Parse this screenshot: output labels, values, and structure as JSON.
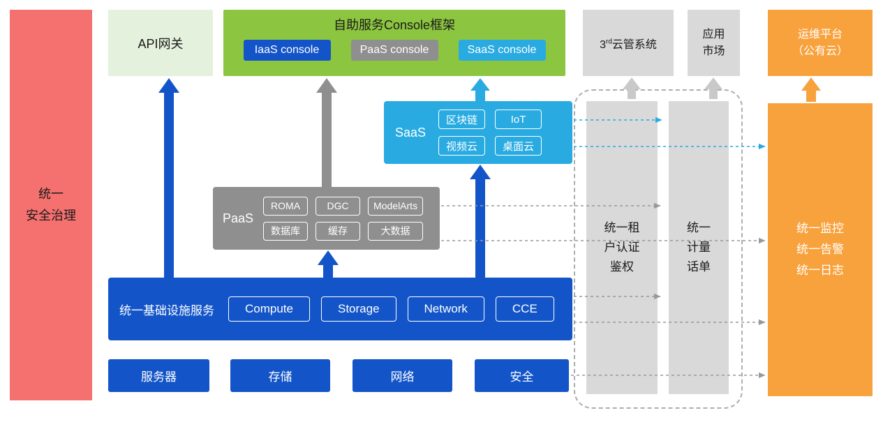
{
  "colors": {
    "red": "#F5716F",
    "light_green": "#E4F1DC",
    "green": "#8CC540",
    "blue": "#1355C8",
    "cyan": "#29ABE2",
    "gray": "#8F8F8F",
    "light_gray": "#D9D9D9",
    "orange": "#F8A23D"
  },
  "security_bar": {
    "label": "统一\n安全治理"
  },
  "api_gateway": {
    "label": "API网关"
  },
  "console_framework": {
    "title": "自助服务Console框架",
    "consoles": [
      {
        "label": "IaaS console"
      },
      {
        "label": "PaaS console"
      },
      {
        "label": "SaaS console"
      }
    ]
  },
  "third_party_cloud": {
    "num": "3",
    "sup": "rd",
    "rest": "云管系统"
  },
  "app_market": {
    "label": "应用\n市场"
  },
  "om_platform": {
    "label": "运维平台\n（公有云）"
  },
  "saas": {
    "label": "SaaS",
    "items": [
      "区块链",
      "IoT",
      "视频云",
      "桌面云"
    ]
  },
  "paas": {
    "label": "PaaS",
    "items": [
      "ROMA",
      "DGC",
      "ModelArts",
      "数据库",
      "缓存",
      "大数据"
    ]
  },
  "infrastructure": {
    "label": "统一基础设施服务",
    "items": [
      "Compute",
      "Storage",
      "Network",
      "CCE"
    ]
  },
  "hardware": {
    "items": [
      "服务器",
      "存储",
      "网络",
      "安全"
    ]
  },
  "auth_column": {
    "label": "统一租\n户认证\n鉴权"
  },
  "metering_column": {
    "label": "统一\n计量\n话单"
  },
  "monitor_column": {
    "label": "统一监控\n统一告警\n统一日志"
  }
}
